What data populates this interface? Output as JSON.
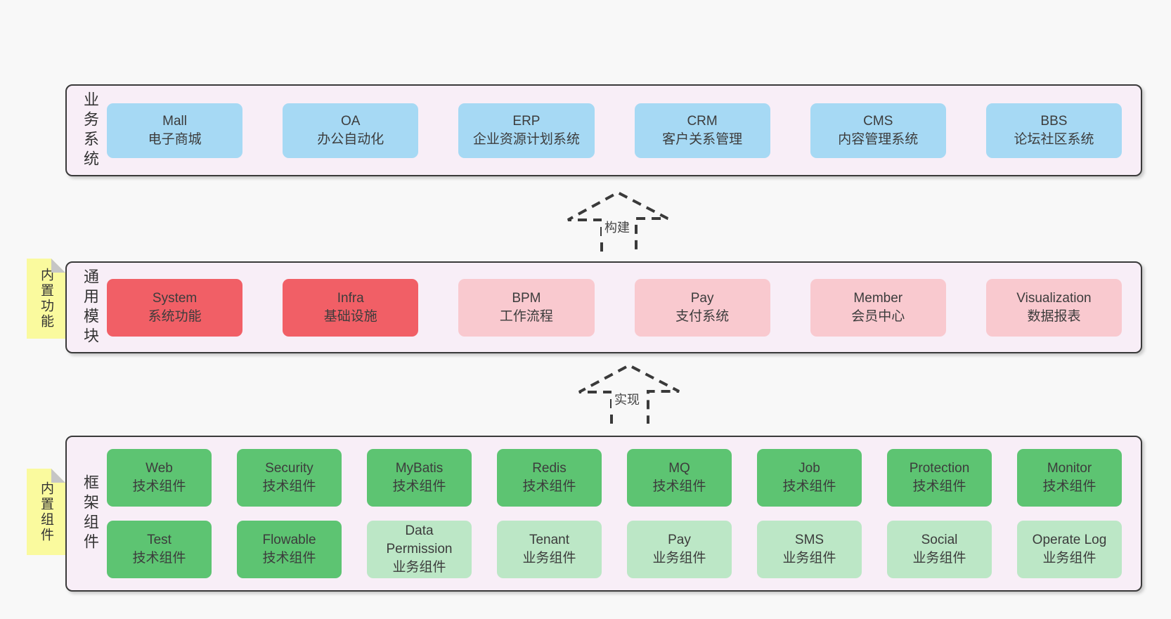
{
  "colors": {
    "page_bg": "#f8f8f8",
    "container_bg": "#f8eef7",
    "container_border": "#3a3a3a",
    "blue": "#a6d9f4",
    "red": "#f15f66",
    "pink": "#f9c9cf",
    "green": "#5dc472",
    "light_green": "#bce7c6",
    "sticky_yellow": "#fafa9e",
    "sticky_fold_gray": "#c6c6c6"
  },
  "layers": {
    "business": {
      "label": "业务系统",
      "boxes": [
        {
          "en": "Mall",
          "zh": "电子商城",
          "variant": "blue"
        },
        {
          "en": "OA",
          "zh": "办公自动化",
          "variant": "blue"
        },
        {
          "en": "ERP",
          "zh": "企业资源计划系统",
          "variant": "blue"
        },
        {
          "en": "CRM",
          "zh": "客户关系管理",
          "variant": "blue"
        },
        {
          "en": "CMS",
          "zh": "内容管理系统",
          "variant": "blue"
        },
        {
          "en": "BBS",
          "zh": "论坛社区系统",
          "variant": "blue"
        }
      ]
    },
    "modules": {
      "label": "通用模块",
      "sticky": "内置功能",
      "boxes": [
        {
          "en": "System",
          "zh": "系统功能",
          "variant": "red"
        },
        {
          "en": "Infra",
          "zh": "基础设施",
          "variant": "red"
        },
        {
          "en": "BPM",
          "zh": "工作流程",
          "variant": "pink"
        },
        {
          "en": "Pay",
          "zh": "支付系统",
          "variant": "pink"
        },
        {
          "en": "Member",
          "zh": "会员中心",
          "variant": "pink"
        },
        {
          "en": "Visualization",
          "zh": "数据报表",
          "variant": "pink"
        }
      ]
    },
    "components": {
      "label": "框架组件",
      "sticky": "内置组件",
      "rows": [
        [
          {
            "en": "Web",
            "zh": "技术组件",
            "variant": "green"
          },
          {
            "en": "Security",
            "zh": "技术组件",
            "variant": "green"
          },
          {
            "en": "MyBatis",
            "zh": "技术组件",
            "variant": "green"
          },
          {
            "en": "Redis",
            "zh": "技术组件",
            "variant": "green"
          },
          {
            "en": "MQ",
            "zh": "技术组件",
            "variant": "green"
          },
          {
            "en": "Job",
            "zh": "技术组件",
            "variant": "green"
          },
          {
            "en": "Protection",
            "zh": "技术组件",
            "variant": "green"
          },
          {
            "en": "Monitor",
            "zh": "技术组件",
            "variant": "green"
          }
        ],
        [
          {
            "en": "Test",
            "zh": "技术组件",
            "variant": "green"
          },
          {
            "en": "Flowable",
            "zh": "技术组件",
            "variant": "green"
          },
          {
            "en": "Data\nPermission",
            "zh": "业务组件",
            "variant": "light_green"
          },
          {
            "en": "Tenant",
            "zh": "业务组件",
            "variant": "light_green"
          },
          {
            "en": "Pay",
            "zh": "业务组件",
            "variant": "light_green"
          },
          {
            "en": "SMS",
            "zh": "业务组件",
            "variant": "light_green"
          },
          {
            "en": "Social",
            "zh": "业务组件",
            "variant": "light_green"
          },
          {
            "en": "Operate Log",
            "zh": "业务组件",
            "variant": "light_green"
          }
        ]
      ]
    }
  },
  "arrows": [
    {
      "label": "构建"
    },
    {
      "label": "实现"
    }
  ]
}
